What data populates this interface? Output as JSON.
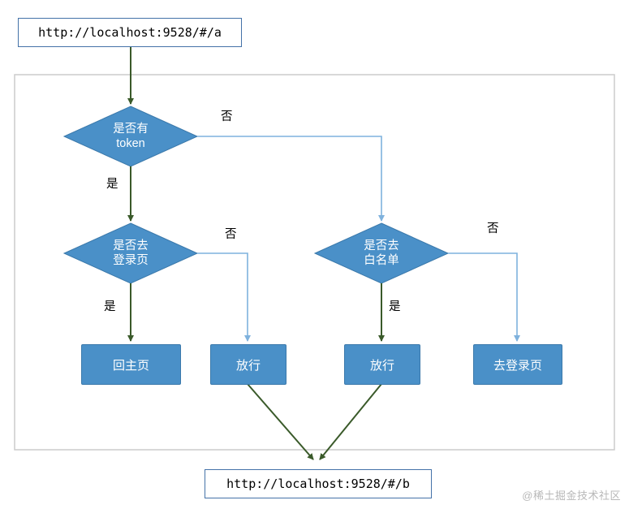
{
  "diagram": {
    "url_top": "http://localhost:9528/#/a",
    "url_bottom": "http://localhost:9528/#/b",
    "decisions": [
      {
        "id": "has-token",
        "line1": "是否有",
        "line2": "token"
      },
      {
        "id": "go-login",
        "line1": "是否去",
        "line2": "登录页"
      },
      {
        "id": "in-whitelist",
        "line1": "是否去",
        "line2": "白名单"
      }
    ],
    "terminals": [
      {
        "id": "back-home",
        "label": "回主页"
      },
      {
        "id": "pass-left",
        "label": "放行"
      },
      {
        "id": "pass-right",
        "label": "放行"
      },
      {
        "id": "to-login",
        "label": "去登录页"
      }
    ],
    "edge_labels": {
      "token_no": "否",
      "token_yes": "是",
      "login_no": "否",
      "login_yes": "是",
      "white_no": "否",
      "white_yes": "是"
    },
    "colors": {
      "node_fill": "#4a90c8",
      "dark_arrow": "#3a5a2a",
      "light_arrow": "#7fb2dd",
      "frame_border": "#cccccc",
      "url_border": "#4472a8"
    },
    "watermark": "@稀土掘金技术社区"
  }
}
